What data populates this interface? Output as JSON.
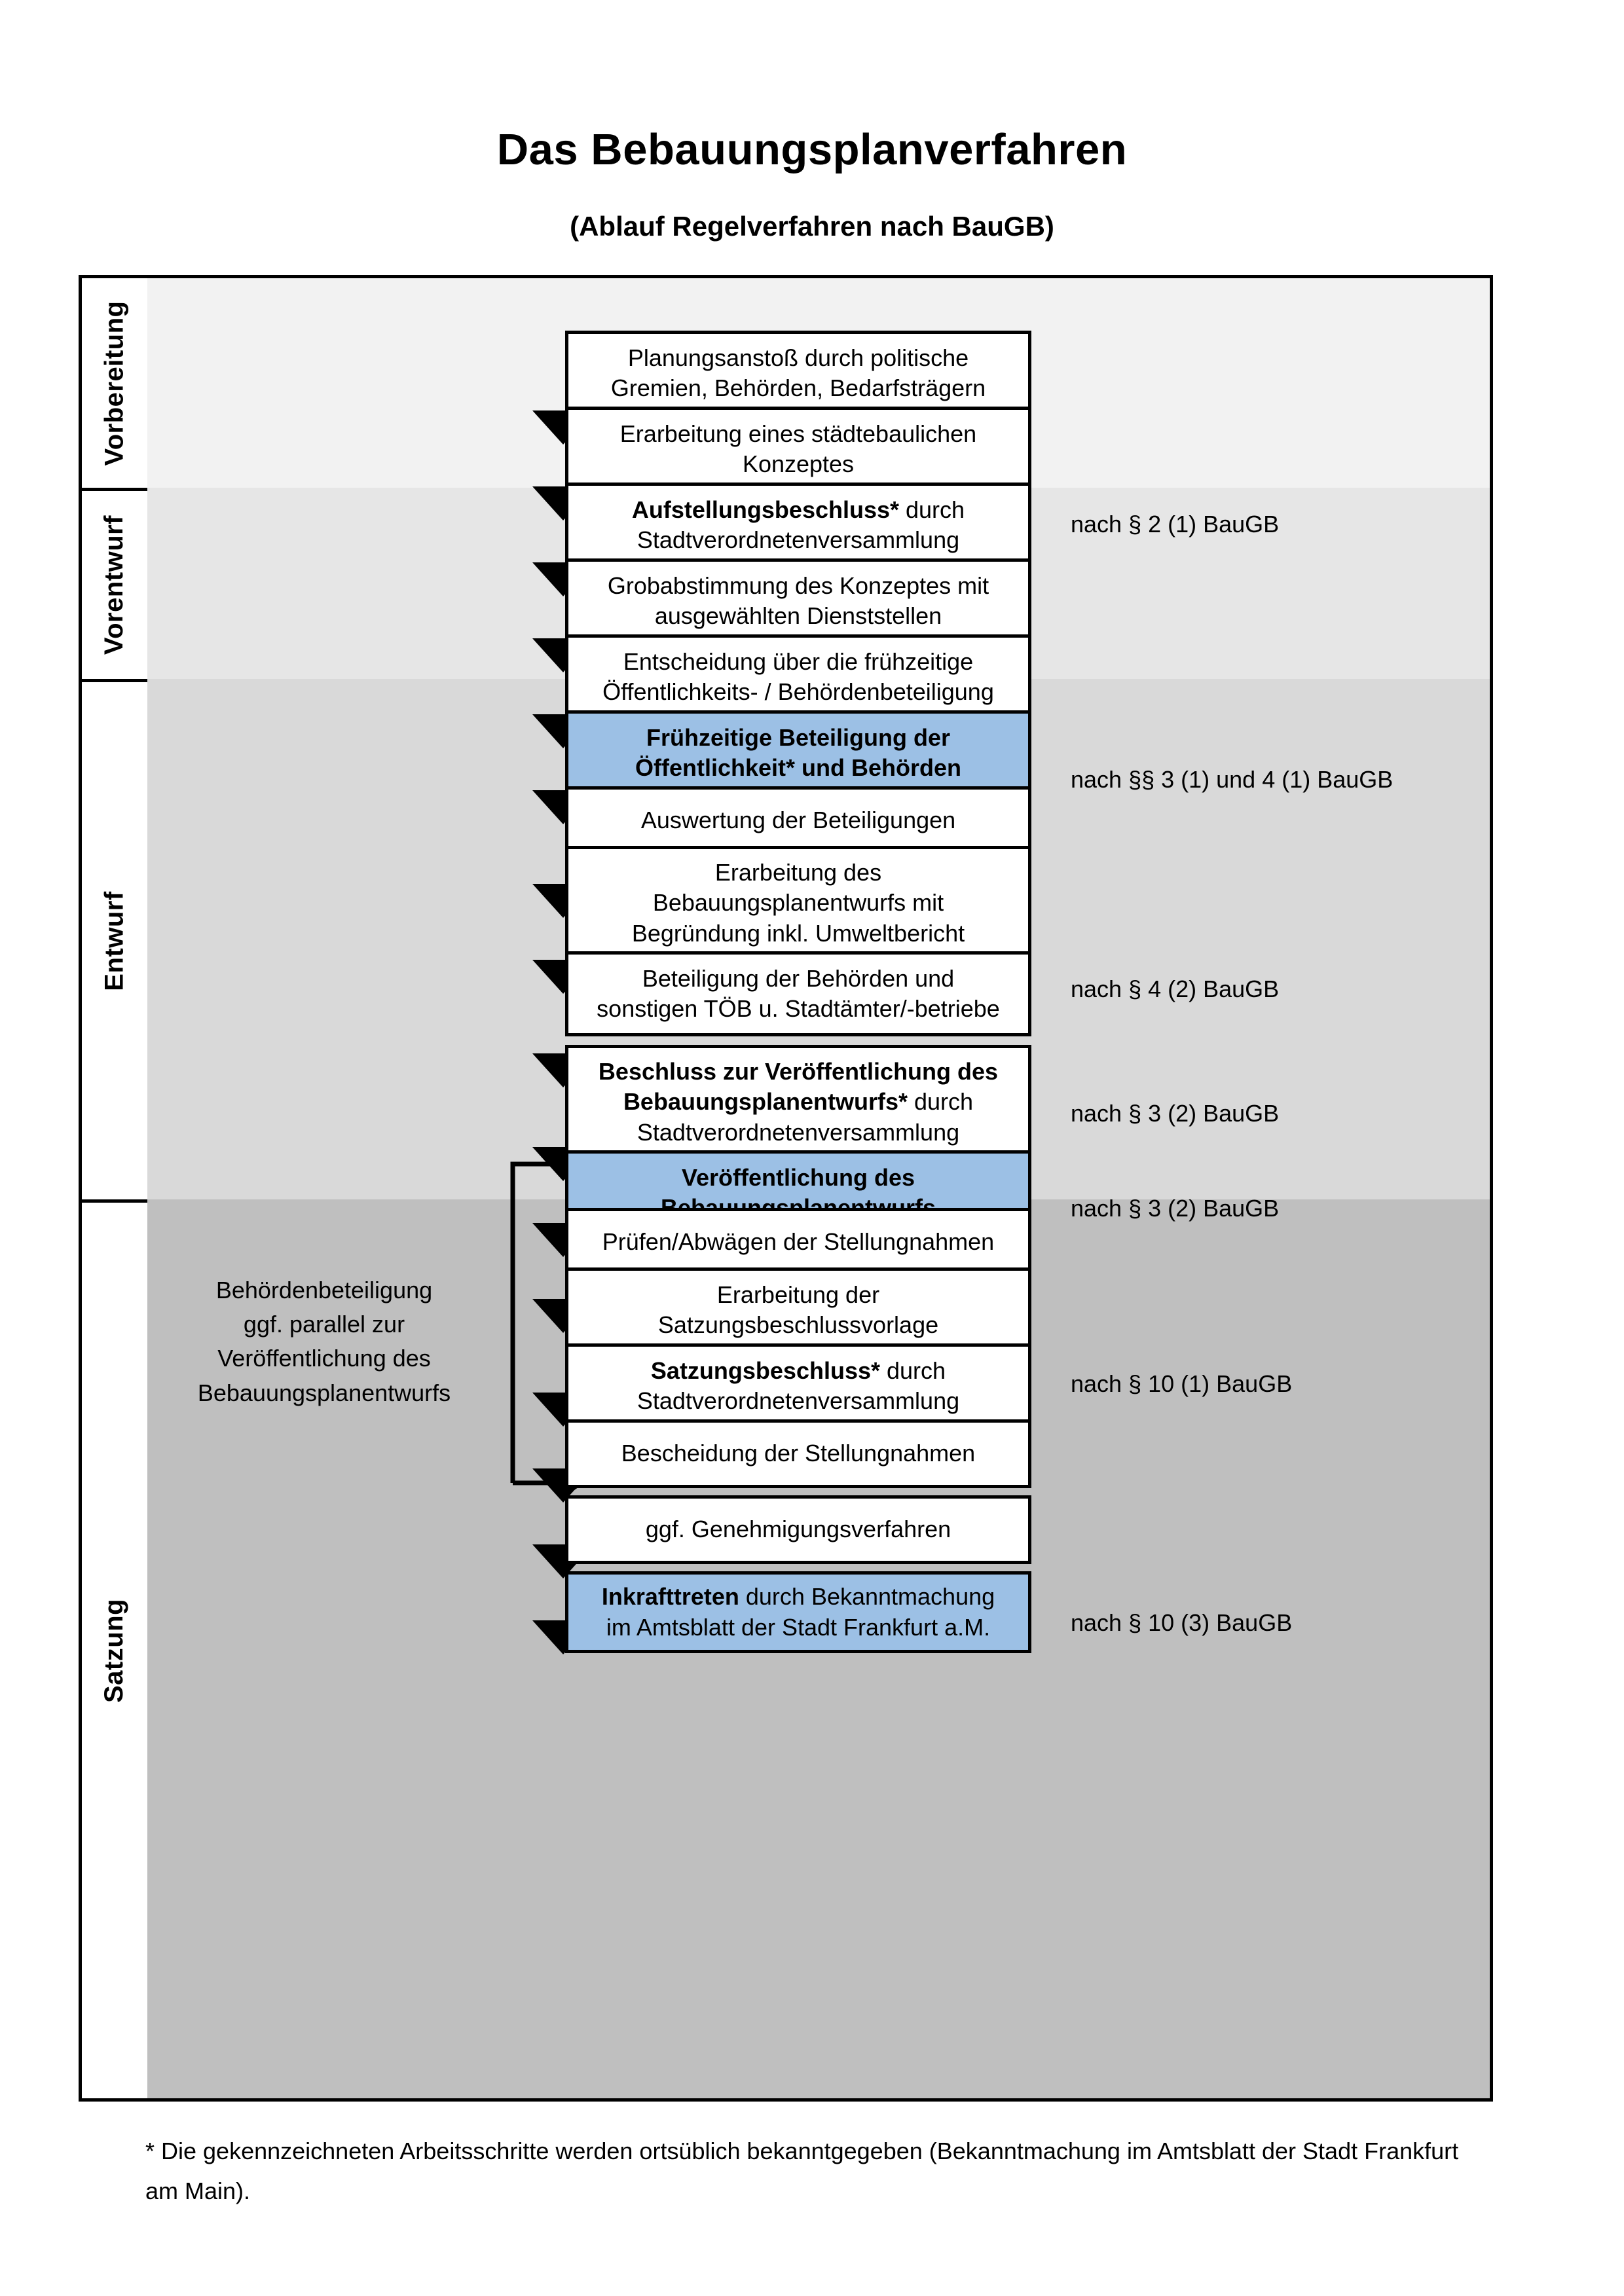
{
  "title": "Das Bebauungsplanverfahren",
  "subtitle": "(Ablauf Regelverfahren nach BauGB)",
  "colors": {
    "highlight_blue": "#9cc0e5",
    "band_vorbereitung": "#f2f2f2",
    "band_vorentwurf": "#e6e6e6",
    "band_entwurf": "#d9d9d9",
    "band_satzung": "#bfbfbf",
    "border": "#000000"
  },
  "phases": [
    {
      "label": "Vorbereitung"
    },
    {
      "label": "Vorentwurf"
    },
    {
      "label": "Entwurf"
    },
    {
      "label": "Satzung"
    }
  ],
  "nodes": [
    {
      "id": "planungsanstoss",
      "lines": [
        "Planungsanstoß durch politische",
        "Gremien, Behörden, Bedarfsträgern"
      ],
      "bold": false,
      "highlight": false
    },
    {
      "id": "konzept",
      "lines": [
        "Erarbeitung eines städtebaulichen",
        "Konzeptes"
      ],
      "bold": false,
      "highlight": false
    },
    {
      "id": "aufstellungsbeschluss",
      "lines": [
        "Aufstellungsbeschluss* durch",
        "Stadtverordnetenversammlung"
      ],
      "bold": "partial",
      "highlight": false
    },
    {
      "id": "grobabstimmung",
      "lines": [
        "Grobabstimmung des Konzeptes mit",
        "ausgewählten Dienststellen"
      ],
      "bold": false,
      "highlight": false
    },
    {
      "id": "entscheidung-fruehzeitig",
      "lines": [
        "Entscheidung über die frühzeitige",
        "Öffentlichkeits- / Behördenbeteiligung"
      ],
      "bold": false,
      "highlight": false
    },
    {
      "id": "fruehzeitige-beteiligung",
      "lines": [
        "Frühzeitige Beteiligung der",
        "Öffentlichkeit* und Behörden"
      ],
      "bold": true,
      "highlight": true
    },
    {
      "id": "auswertung",
      "lines": [
        "Auswertung der Beteiligungen"
      ],
      "bold": false,
      "highlight": false
    },
    {
      "id": "erarbeitung-entwurf",
      "lines": [
        "Erarbeitung des",
        "Bebauungsplanentwurfs mit",
        "Begründung inkl. Umweltbericht"
      ],
      "bold": false,
      "highlight": false
    },
    {
      "id": "beteiligung-behoerden",
      "lines": [
        "Beteiligung der Behörden und",
        "sonstigen TÖB u. Stadtämter/-betriebe"
      ],
      "bold": false,
      "highlight": false
    },
    {
      "id": "beschluss-veroeffentlichung",
      "lines": [
        "Beschluss zur Veröffentlichung des",
        "Bebauungsplanentwurfs* durch",
        "Stadtverordnetenversammlung"
      ],
      "bold": "partial",
      "highlight": false
    },
    {
      "id": "veroeffentlichung",
      "lines": [
        "Veröffentlichung des",
        "Bebauungsplanentwurfs"
      ],
      "bold": true,
      "highlight": true
    },
    {
      "id": "pruefen-abwaegen",
      "lines": [
        "Prüfen/Abwägen der Stellungnahmen"
      ],
      "bold": false,
      "highlight": false
    },
    {
      "id": "satzungsbeschlussvorlage",
      "lines": [
        "Erarbeitung der",
        "Satzungsbeschlussvorlage"
      ],
      "bold": false,
      "highlight": false
    },
    {
      "id": "satzungsbeschluss",
      "lines": [
        "Satzungsbeschluss* durch",
        "Stadtverordnetenversammlung"
      ],
      "bold": "partial",
      "highlight": false
    },
    {
      "id": "bescheidung",
      "lines": [
        "Bescheidung der Stellungnahmen"
      ],
      "bold": false,
      "highlight": false
    },
    {
      "id": "genehmigungsverfahren",
      "lines": [
        "ggf. Genehmigungsverfahren"
      ],
      "bold": false,
      "highlight": false
    },
    {
      "id": "inkrafttreten",
      "lines": [
        "Inkrafttreten durch Bekanntmachung",
        "im Amtsblatt der Stadt Frankfurt a.M."
      ],
      "bold": "partial",
      "highlight": true
    }
  ],
  "node_text": {
    "planungsanstoss_1": "Planungsanstoß durch politische",
    "planungsanstoss_2": "Gremien, Behörden, Bedarfsträgern",
    "konzept_1": "Erarbeitung eines städtebaulichen",
    "konzept_2": "Konzeptes",
    "aufstellung_b": "Aufstellungsbeschluss*",
    "aufstellung_r": " durch",
    "aufstellung_2": "Stadtverordnetenversammlung",
    "grobabstimmung_1": "Grobabstimmung des Konzeptes mit",
    "grobabstimmung_2": "ausgewählten Dienststellen",
    "entscheidung_1": "Entscheidung über die frühzeitige",
    "entscheidung_2": "Öffentlichkeits- / Behördenbeteiligung",
    "fruehzeitig_1": "Frühzeitige Beteiligung der",
    "fruehzeitig_2": "Öffentlichkeit* und Behörden",
    "auswertung_1": "Auswertung der Beteiligungen",
    "erarbeitung_1": "Erarbeitung des",
    "erarbeitung_2": "Bebauungsplanentwurfs mit",
    "erarbeitung_3": "Begründung inkl. Umweltbericht",
    "beteiligung_1": "Beteiligung der Behörden und",
    "beteiligung_2": "sonstigen TÖB u. Stadtämter/-betriebe",
    "beschluss_b1": "Beschluss zur Veröffentlichung des",
    "beschluss_b2": "Bebauungsplanentwurfs*",
    "beschluss_r2": " durch",
    "beschluss_3": "Stadtverordnetenversammlung",
    "veroeff_1": "Veröffentlichung des",
    "veroeff_2": "Bebauungsplanentwurfs",
    "pruefen_1": "Prüfen/Abwägen der Stellungnahmen",
    "satzvorlage_1": "Erarbeitung der",
    "satzvorlage_2": "Satzungsbeschlussvorlage",
    "satzbeschluss_b": "Satzungsbeschluss*",
    "satzbeschluss_r": " durch",
    "satzbeschluss_2": "Stadtverordnetenversammlung",
    "bescheidung_1": "Bescheidung der Stellungnahmen",
    "genehmigung_1": "ggf. Genehmigungsverfahren",
    "inkraft_b": "Inkrafttreten",
    "inkraft_r": " durch Bekanntmachung",
    "inkraft_2": "im Amtsblatt der Stadt Frankfurt a.M."
  },
  "references": [
    {
      "id": "ref-par2-1",
      "text": "nach § 2 (1) BauGB"
    },
    {
      "id": "ref-par3-1-4-1",
      "text": "nach §§ 3 (1) und 4 (1) BauGB"
    },
    {
      "id": "ref-par4-2",
      "text": "nach § 4 (2) BauGB"
    },
    {
      "id": "ref-par3-2-a",
      "text": "nach § 3 (2) BauGB"
    },
    {
      "id": "ref-par3-2-b",
      "text": "nach § 3 (2) BauGB"
    },
    {
      "id": "ref-par10-1",
      "text": "nach § 10 (1) BauGB"
    },
    {
      "id": "ref-par10-3",
      "text": "nach § 10 (3) BauGB"
    }
  ],
  "side_note": {
    "lines": [
      "Behördenbeteiligung",
      "ggf. parallel zur",
      "Veröffentlichung des",
      "Bebauungsplanentwurfs"
    ],
    "l1": "Behördenbeteiligung",
    "l2": "ggf. parallel zur",
    "l3": "Veröffentlichung des",
    "l4": "Bebauungsplanentwurfs"
  },
  "footnote": "* Die gekennzeichneten Arbeitsschritte werden ortsüblich bekanntgegeben (Bekanntmachung im Amtsblatt  der Stadt Frankfurt am Main)."
}
